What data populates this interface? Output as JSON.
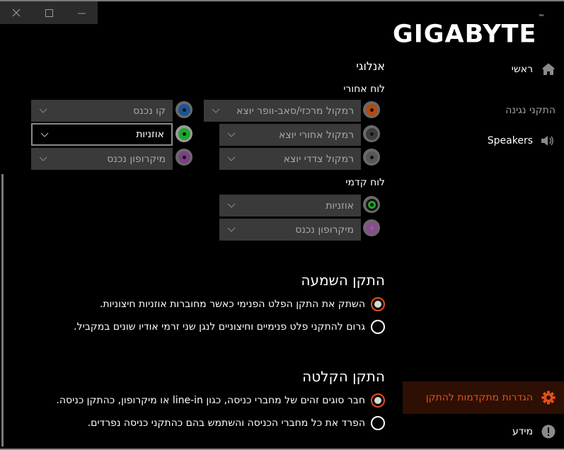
{
  "window": {
    "controls": [
      {
        "name": "close",
        "icon": "close-icon"
      },
      {
        "name": "maximize",
        "icon": "maximize-icon"
      },
      {
        "name": "minimize",
        "icon": "minimize-icon"
      }
    ]
  },
  "brand": {
    "logo_text": "GIGABYTE",
    "trademark": "™"
  },
  "sidebar": {
    "home_label": "ראשי",
    "section_label": "התקני נגינה",
    "speakers_label": "Speakers",
    "advanced_label": "הגדרות מתקדמות להתקן",
    "info_label": "מידע",
    "accent_color": "#e0511a"
  },
  "analog": {
    "title": "אנלוגי",
    "rear_panel": {
      "title": "לוח אחורי",
      "right_column": [
        {
          "label": "רמקול מרכזי/סאב-וופר יוצא",
          "jack_color": "#b34a12"
        },
        {
          "label": "רמקול אחורי יוצא",
          "jack_color": "#3c3c3c"
        },
        {
          "label": "רמקול צדדי יוצא",
          "jack_color": "#575757"
        }
      ],
      "left_column": [
        {
          "label": "קו נכנס",
          "jack_color": "#1b5596"
        },
        {
          "label": "אוזניות",
          "jack_color": "#1fa62b",
          "active": true
        },
        {
          "label": "מיקרופון נכנס",
          "jack_color": "#7c3f84"
        }
      ]
    },
    "front_panel": {
      "title": "לוח קדמי",
      "items": [
        {
          "label": "אוזניות",
          "jack_color": "#1fa62b"
        },
        {
          "label": "מיקרופון נכנס",
          "jack_color": "#8b4a93"
        }
      ]
    }
  },
  "playback_device": {
    "title": "התקן השמעה",
    "options": [
      {
        "label": "השתק את התקן הפלט הפנימי כאשר מחוברות אוזניות חיצוניות.",
        "checked": true
      },
      {
        "label": "גרום להתקני פלט פנימיים וחיצוניים לנגן שני זרמי אודיו שונים במקביל.",
        "checked": false
      }
    ]
  },
  "recording_device": {
    "title": "התקן הקלטה",
    "options": [
      {
        "label": "חבר סוגים זהים של מחברי כניסה, כגון line-in או מיקרופון, כהתקן כניסה.",
        "checked": true
      },
      {
        "label": "הפרד את כל מחברי הכניסה והשתמש בהם כהתקני כניסה נפרדים.",
        "checked": false
      }
    ]
  }
}
